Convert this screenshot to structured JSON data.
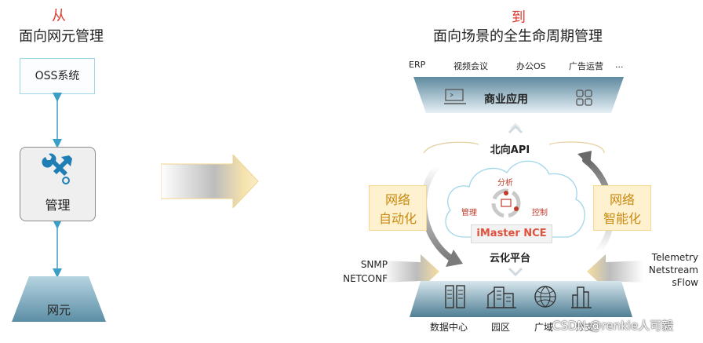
{
  "left": {
    "from_label": "从",
    "title": "面向网元管理",
    "oss_label": "OSS系统",
    "manage_label": "管理",
    "ne_label": "网元"
  },
  "right": {
    "to_label": "到",
    "title": "面向场景的全生命周期管理",
    "apps": [
      "ERP",
      "视频会议",
      "办公OS",
      "广告运营",
      "..."
    ],
    "business_app_label": "商业应用",
    "northbound_label": "北向API",
    "cycle": {
      "analysis": "分析",
      "manage": "管理",
      "control": "控制"
    },
    "nce_label": "iMaster NCE",
    "cloud_platform_label": "云化平台",
    "auto_label": "网络\n自动化",
    "intel_label": "网络\n智能化",
    "snmp_label": "SNMP\nNETCONF",
    "telemetry_label": "Telemetry\nNetstream\nsFlow",
    "bottom_labels": [
      "数据中心",
      "园区",
      "广域"
    ],
    "bottom_label_partial": "分支"
  },
  "watermark": "CSDN @renkie人可毅",
  "colors": {
    "accent_red": "#e03b2f",
    "connector_blue": "#3a9ec7",
    "platform_steel": "#4f7f95",
    "platform_light": "#d8e8ef",
    "yellow_fill": "#fdf1cf",
    "yellow_text": "#c98a12",
    "arrow_grey": "#9a9a9a"
  },
  "icons": [
    "wrench-hammer-icon",
    "monitor-icon",
    "app-grid-icon",
    "server-rack-icon",
    "building-icon",
    "globe-icon",
    "skyscraper-icon"
  ]
}
